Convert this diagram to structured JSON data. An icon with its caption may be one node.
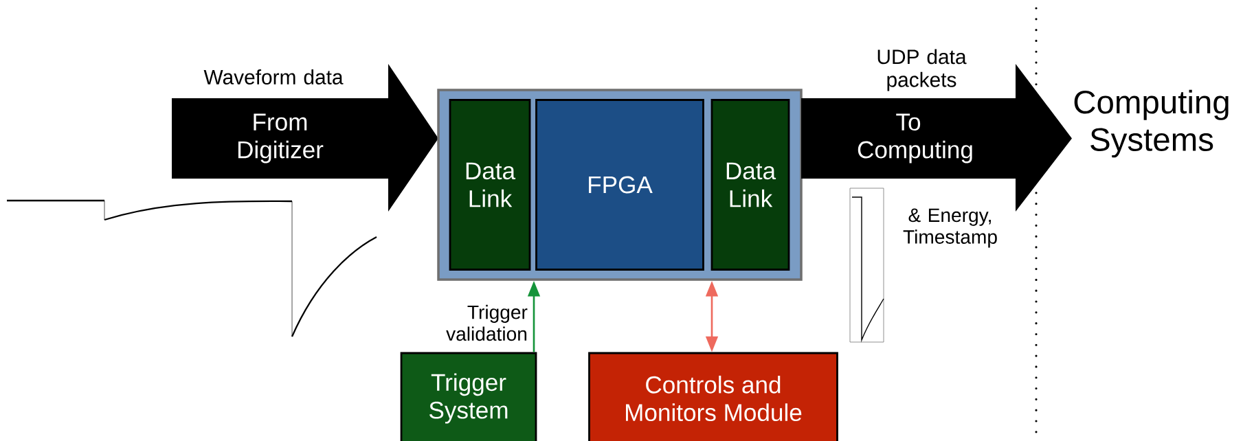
{
  "diagram": {
    "nodes": [
      {
        "text": [
          "From Digitizer"
        ],
        "beside": [
          "Waveform data"
        ]
      },
      {
        "text": [],
        "shape": "box"
      },
      {
        "text": [
          "Data Link"
        ],
        "in": 1
      },
      {
        "text": [
          "FPGA"
        ],
        "in": 1
      },
      {
        "text": [
          "Data Link"
        ],
        "in": 1
      },
      {
        "text": [
          "To Computing"
        ],
        "beside": [
          "UDP data packets"
        ]
      },
      {
        "text": [
          "Trigger System"
        ]
      },
      {
        "text": [
          "Controls and Monitors Module"
        ]
      }
    ],
    "edges": [
      {
        "from": 6,
        "to": 1,
        "arrow": "to",
        "label": "Trigger validation",
        "color": "#15943a"
      },
      {
        "from": 7,
        "to": 1,
        "arrow": "both",
        "color": "#ee6a5e"
      }
    ],
    "labels": [
      "Computing Systems",
      "& Energy, Timestamp"
    ]
  }
}
